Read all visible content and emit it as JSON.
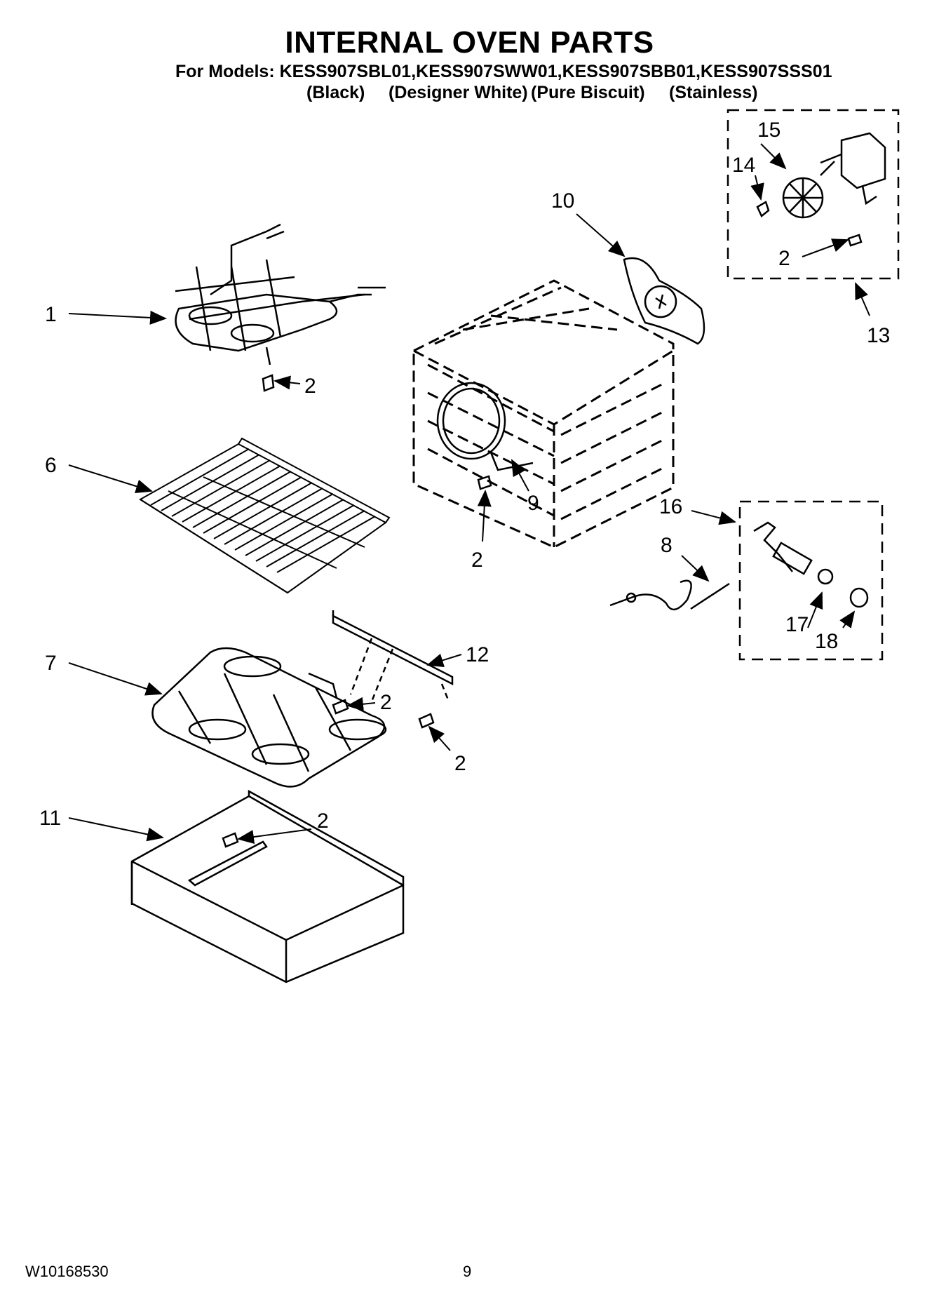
{
  "title": "INTERNAL OVEN PARTS",
  "models_line": "For Models: KESS907SBL01,KESS907SWW01,KESS907SBB01,KESS907SSS01",
  "finishes": [
    "(Black)",
    "(Designer White)",
    "(Pure Biscuit)",
    "(Stainless)"
  ],
  "callouts": {
    "c1": "1",
    "c2a": "2",
    "c6": "6",
    "c10": "10",
    "c9": "9",
    "c2b": "2",
    "c7": "7",
    "c12": "12",
    "c2c": "2",
    "c2d": "2",
    "c11": "11",
    "c2e": "2",
    "c15": "15",
    "c14": "14",
    "c2f": "2",
    "c13": "13",
    "c16": "16",
    "c8": "8",
    "c17": "17",
    "c18": "18"
  },
  "footer": {
    "doc_number": "W10168530",
    "page_number": "9"
  }
}
